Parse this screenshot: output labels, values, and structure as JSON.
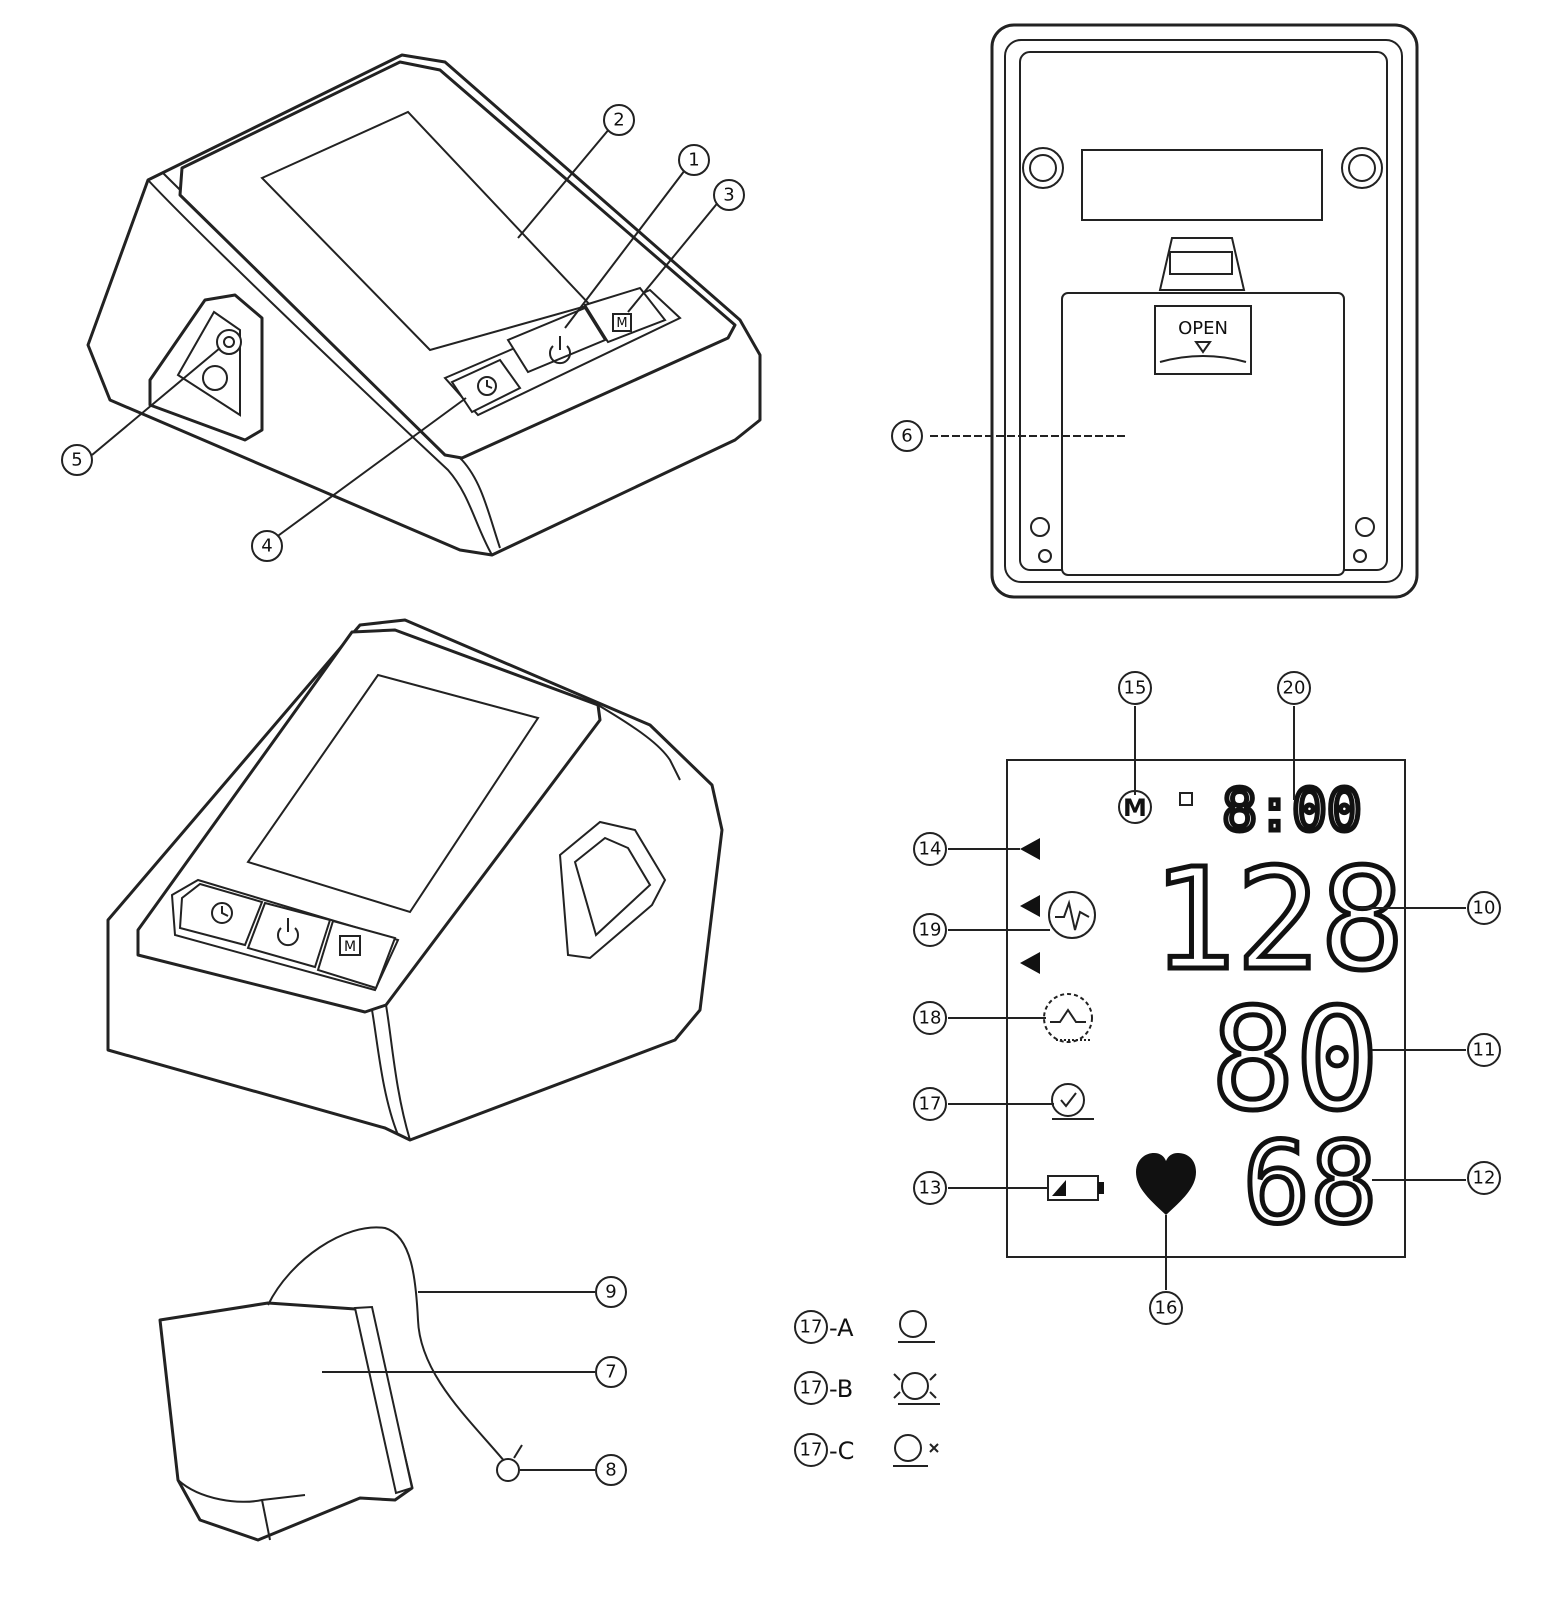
{
  "callouts": {
    "c1": "1",
    "c2": "2",
    "c3": "3",
    "c4": "4",
    "c5": "5",
    "c6": "6",
    "c7": "7",
    "c8": "8",
    "c9": "9",
    "c10": "10",
    "c11": "11",
    "c12": "12",
    "c13": "13",
    "c14": "14",
    "c15": "15",
    "c16": "16",
    "c17": "17",
    "c18": "18",
    "c19": "19",
    "c20": "20"
  },
  "back_panel": {
    "open_label": "OPEN"
  },
  "buttons": {
    "memory_label": "M"
  },
  "lcd": {
    "time": "8:00",
    "systolic": "128",
    "diastolic": "80",
    "pulse": "68",
    "memory_symbol": "M"
  },
  "legend": [
    {
      "label": "17-A",
      "callout": "17",
      "suffix": "-A"
    },
    {
      "label": "17-B",
      "callout": "17",
      "suffix": "-B"
    },
    {
      "label": "17-C",
      "callout": "17",
      "suffix": "-C"
    }
  ],
  "icons": {
    "power": "power-icon",
    "clock": "clock-icon",
    "memory": "memory-icon",
    "heart": "heart-icon",
    "battery": "battery-icon",
    "irregular_heartbeat": "irregular-heartbeat-icon",
    "arm_movement": "arm-movement-icon",
    "cuff_check": "cuff-check-icon",
    "indicator_arrow": "triangle-arrow-icon"
  }
}
